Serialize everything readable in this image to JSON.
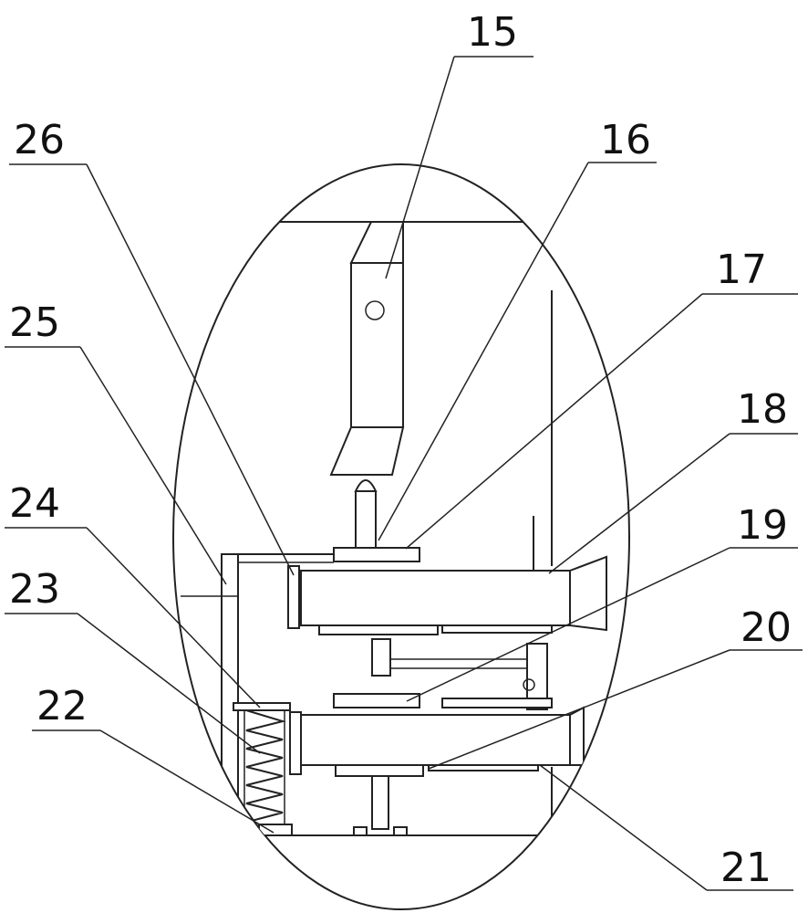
{
  "labels": {
    "l15": "15",
    "l16": "16",
    "l17": "17",
    "l18": "18",
    "l19": "19",
    "l20": "20",
    "l21": "21",
    "l22": "22",
    "l23": "23",
    "l24": "24",
    "l25": "25",
    "l26": "26"
  },
  "colors": {
    "stroke": "#222222",
    "background": "#ffffff"
  }
}
